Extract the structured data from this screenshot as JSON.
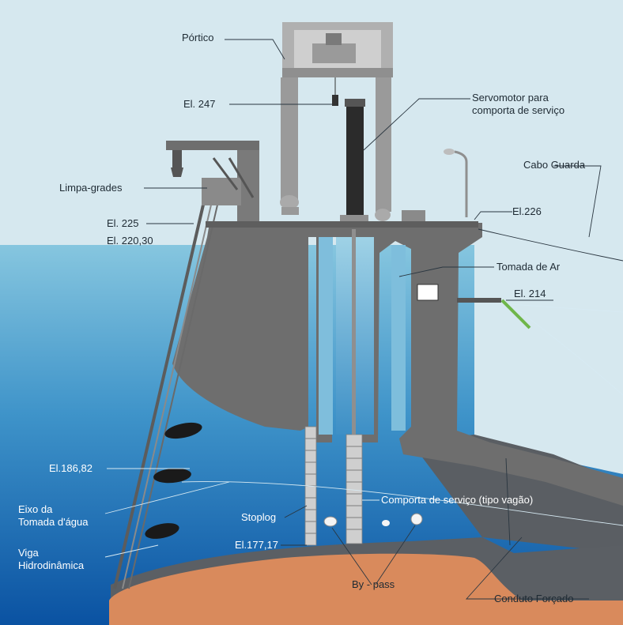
{
  "labels": {
    "portico": "Pórtico",
    "el_247": "El.  247",
    "servomotor_1": "Servomotor para",
    "servomotor_2": "comporta de serviço",
    "cabo_guarda": "Cabo Guarda",
    "limpa_grades": "Limpa-grades",
    "el_225": "El.  225",
    "el_220": "El.  220,30",
    "el_226": "El.226",
    "tomada_ar": "Tomada de Ar",
    "el_214": "El.  214",
    "el_186": "El.186,82",
    "eixo_1": "Eixo da",
    "eixo_2": "Tomada d'água",
    "stoplog": "Stoplog",
    "comporta_servico": "Comporta de serviço (tipo vagão)",
    "el_177": "El.177,17",
    "viga_1": "Viga",
    "viga_2": "Hidrodinâmica",
    "bypass": "By - pass",
    "conduto": "Conduto Forçado"
  },
  "colors": {
    "sky": "#d6e8ef",
    "water_top": "#7cc0dc",
    "water_bottom": "#0a55a4",
    "concrete": "#6e6e6e",
    "concrete_light": "#8a8a8a",
    "machinery": "#a9a9a9",
    "soil": "#d98a5c",
    "rock": "#5a5e63",
    "servomotor": "#2b2b2b",
    "rack_fish": "#1a1a1a"
  }
}
